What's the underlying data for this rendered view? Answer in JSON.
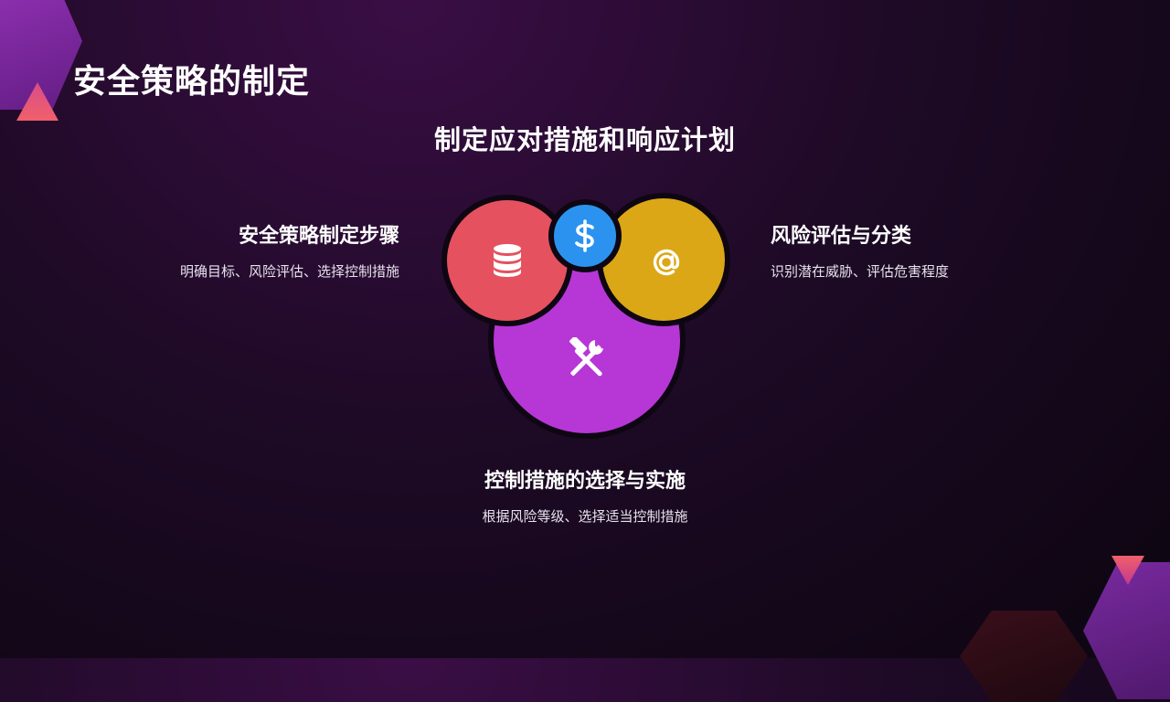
{
  "slide": {
    "title": "安全策略的制定",
    "subtitle": "制定应对措施和响应计划"
  },
  "blocks": {
    "left": {
      "heading": "安全策略制定步骤",
      "desc": "明确目标、风险评估、选择控制措施"
    },
    "right": {
      "heading": "风险评估与分类",
      "desc": "识别潜在威胁、评估危害程度"
    },
    "bottom": {
      "heading": "控制措施的选择与实施",
      "desc": "根据风险等级、选择适当控制措施"
    }
  },
  "icons": {
    "red_circle": "database-icon",
    "blue_circle": "dollar-icon",
    "yellow_circle": "at-sign-icon",
    "purple_circle": "hammer-wrench-icon"
  },
  "colors": {
    "red": "#e5515e",
    "blue": "#2b93ef",
    "yellow": "#dba716",
    "purple": "#b637d6",
    "accent_triangle": "#e84a7a"
  }
}
